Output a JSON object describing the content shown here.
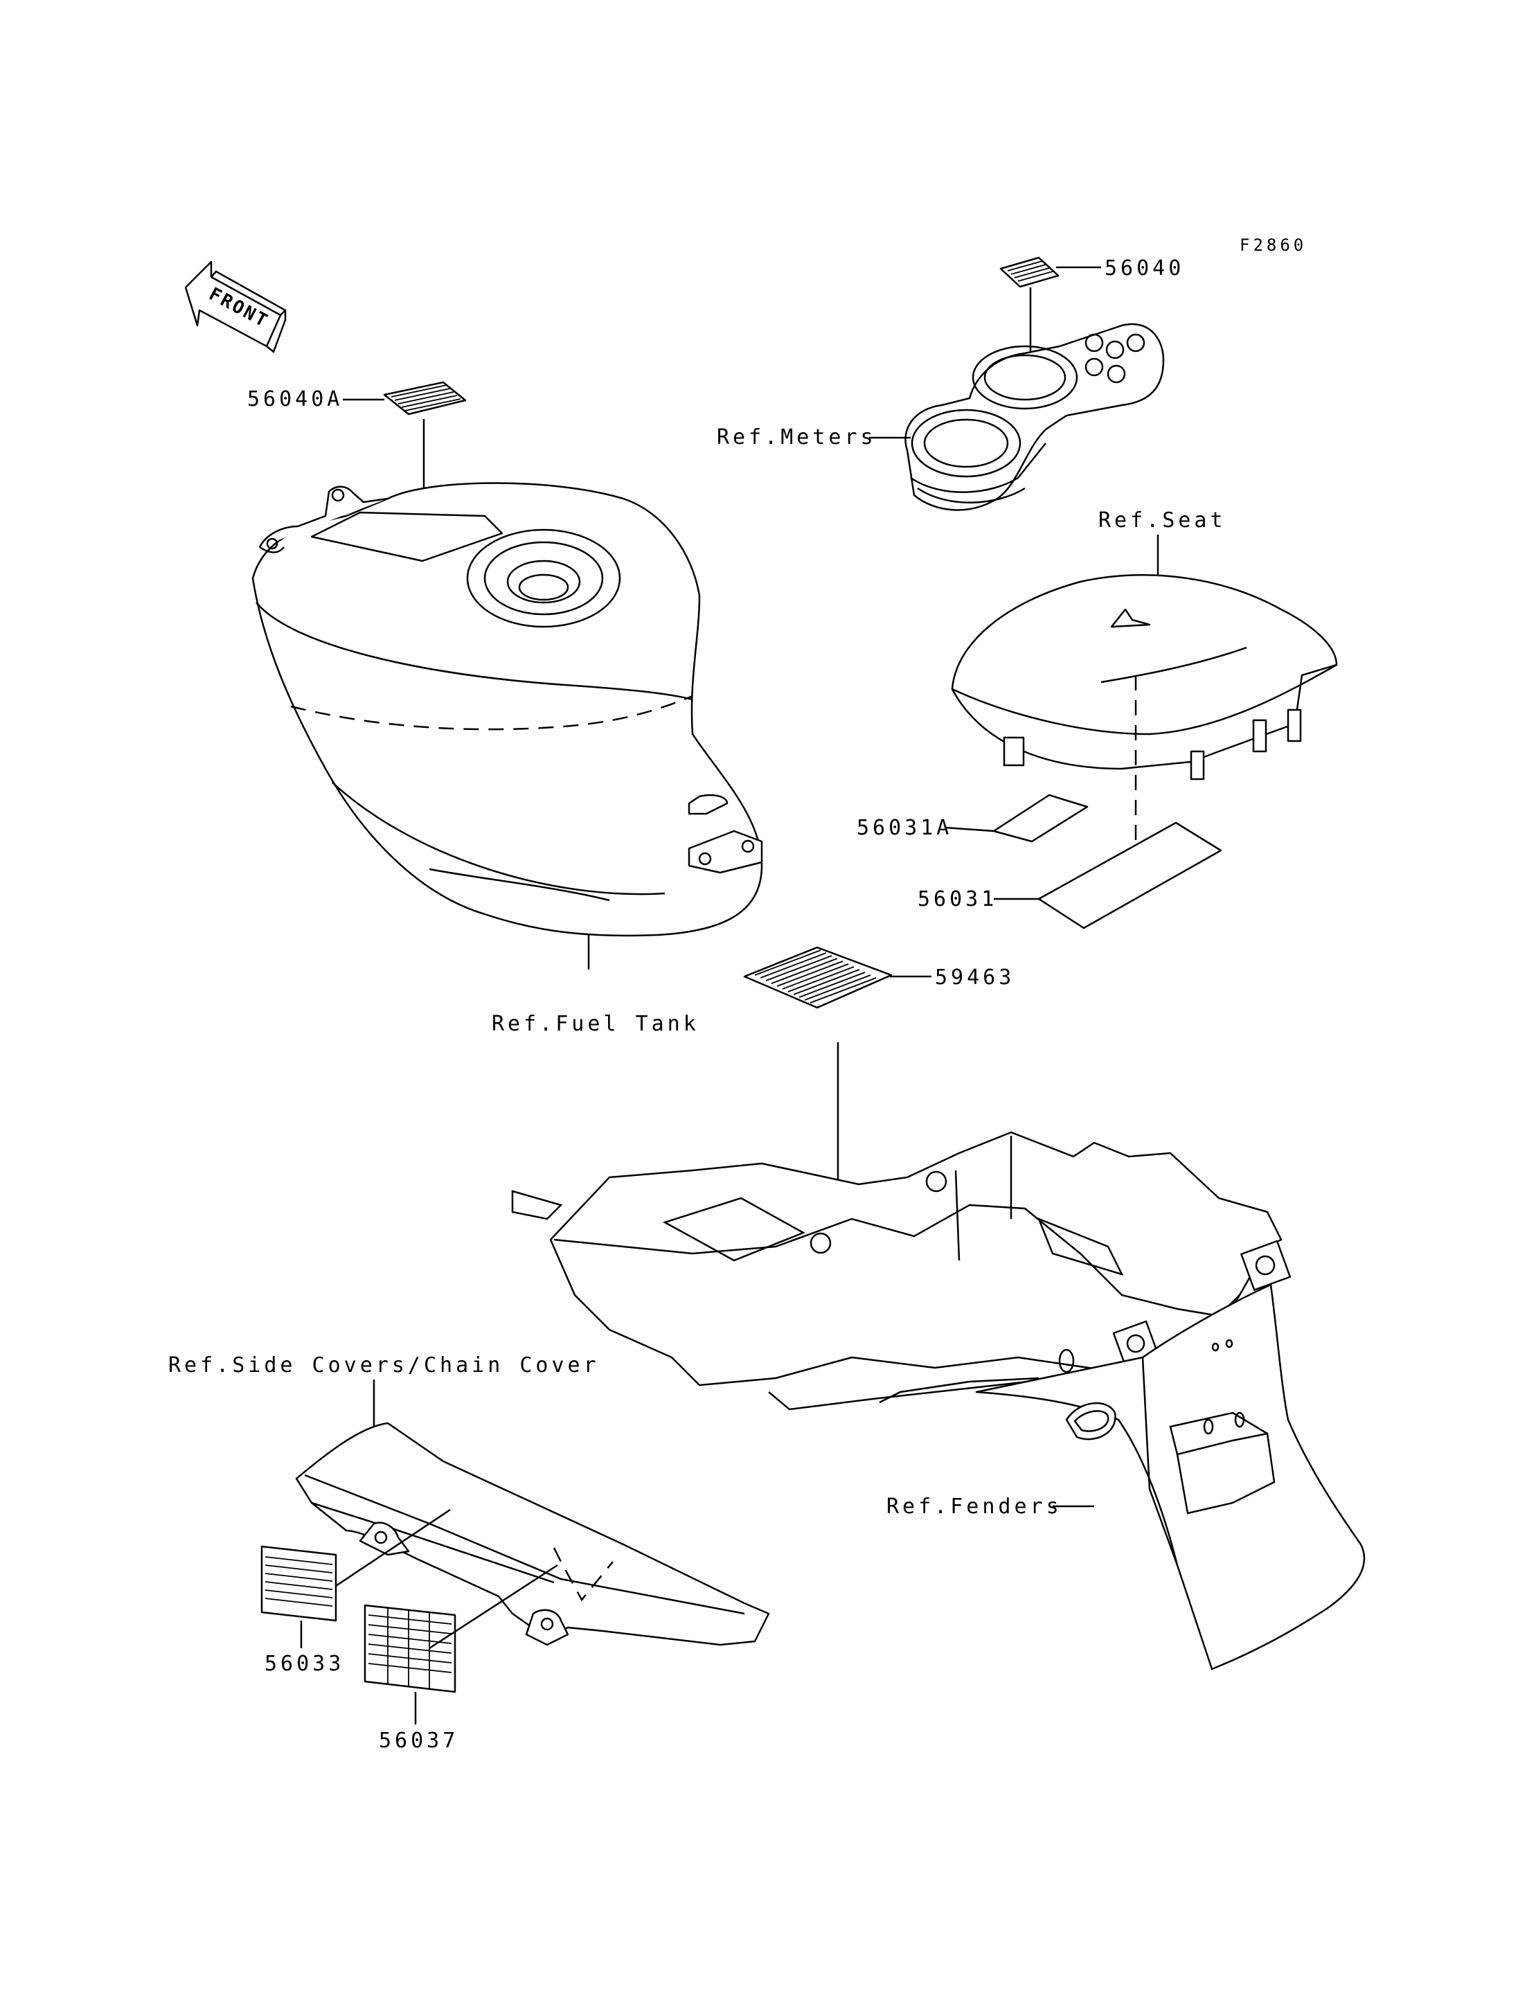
{
  "figure_code": "F2860",
  "front_arrow": {
    "label": "FRONT",
    "icon": "front-arrow-icon"
  },
  "callouts": {
    "p56040": "56040",
    "p56040A": "56040A",
    "p56031A": "56031A",
    "p56031": "56031",
    "p59463": "59463",
    "p56033": "56033",
    "p56037": "56037"
  },
  "references": {
    "meters": "Ref.Meters",
    "seat": "Ref.Seat",
    "fuel_tank": "Ref.Fuel Tank",
    "side_covers": "Ref.Side Covers/Chain Cover",
    "fenders": "Ref.Fenders"
  }
}
